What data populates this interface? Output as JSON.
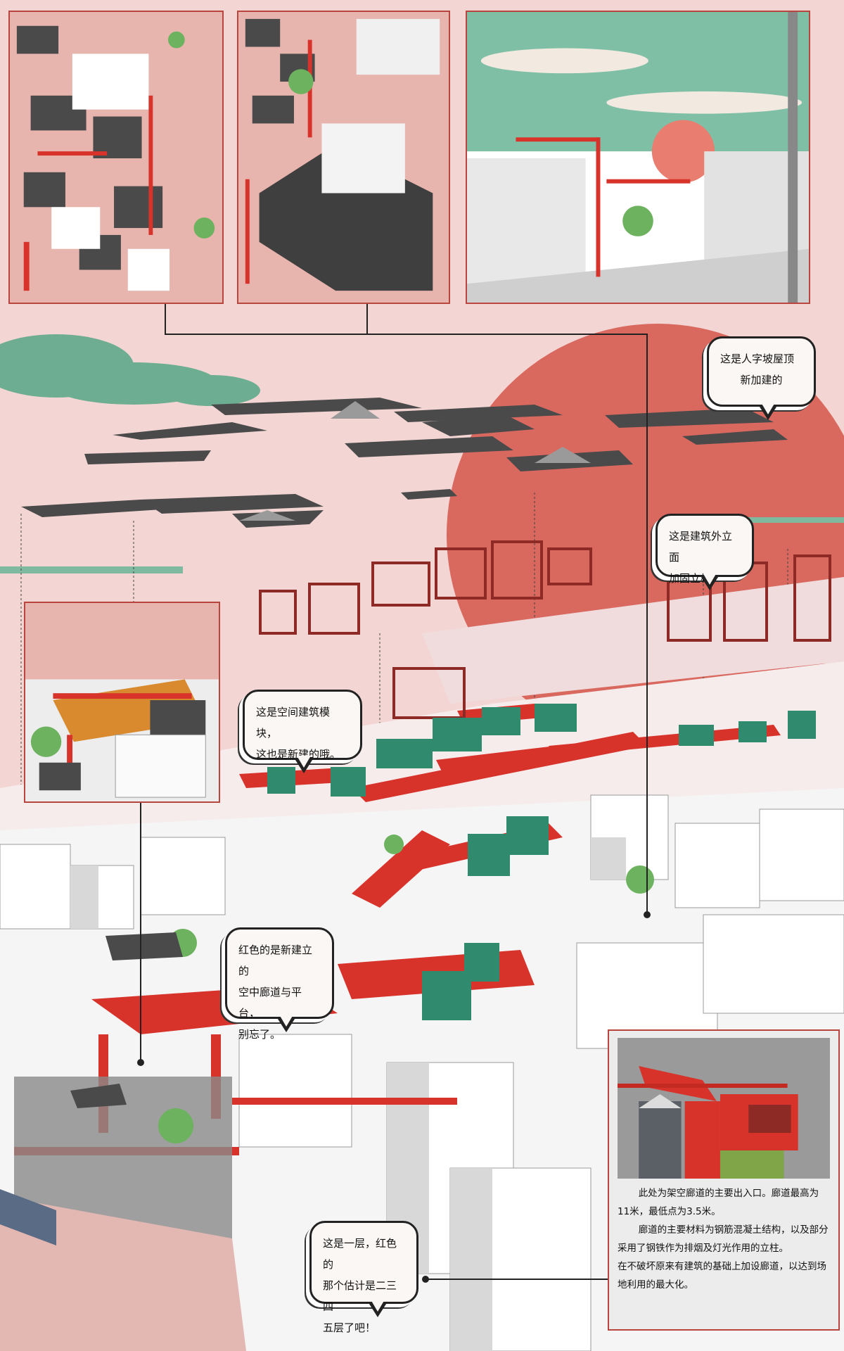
{
  "callouts": {
    "roof": {
      "lines": [
        "这是人字坡屋顶",
        "新加建的"
      ]
    },
    "columns": {
      "lines": [
        "这是建筑外立面",
        "加固立柱"
      ]
    },
    "modules": {
      "lines": [
        "这是空间建筑模块，",
        "这也是新建的哦。"
      ]
    },
    "corridor": {
      "lines": [
        "红色的是新建立的",
        "空中廊道与平台，",
        "别忘了。"
      ]
    },
    "floors": {
      "lines": [
        "这是一层，红色的",
        "那个估计是二三四",
        "五层了吧！"
      ]
    }
  },
  "info_box": {
    "paragraphs": [
      "此处为架空廊道的主要出入口。廊道最高为11米，最低点为3.5米。",
      "廊道的主要材料为钢筋混凝土结构，以及部分采用了钢铁作为排烟及灯光作用的立柱。",
      "在不破坏原来有建筑的基础上加设廊道，以达到场地利用的最大化。"
    ]
  },
  "colors": {
    "accent_red": "#d8332b",
    "sun": "#d9685f",
    "pink_bg": "#f3d6d4",
    "green_module": "#2f8a6e",
    "roof_gray": "#4a4a4a",
    "cloud_green": "#5fa98a"
  }
}
